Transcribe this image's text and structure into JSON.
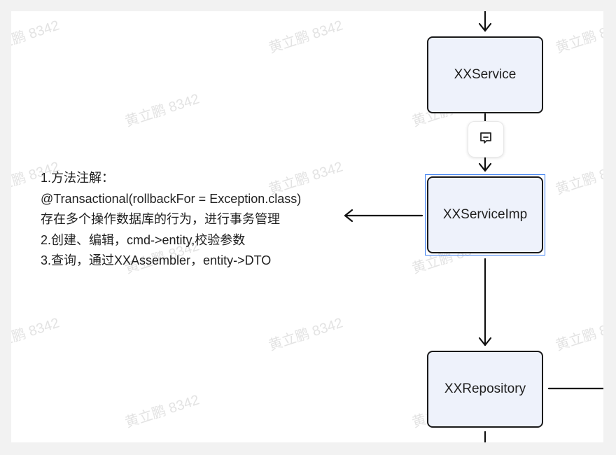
{
  "watermark_text": "黄立鹏 8342",
  "nodes": {
    "service": "XXService",
    "service_impl": "XXServiceImp",
    "repository": "XXRepository"
  },
  "note_lines": [
    "1.方法注解：",
    "@Transactional(rollbackFor = Exception.class)",
    "存在多个操作数据库的行为，进行事务管理",
    "2.创建、编辑，cmd->entity,校验参数",
    "3.查询，通过XXAssembler，entity->DTO"
  ],
  "icons": {
    "comment": "comment-icon"
  },
  "colors": {
    "node_fill": "#eef2fb",
    "node_border": "#1a1a1a",
    "selection": "#3d7ff0",
    "watermark": "#e3e3e3"
  }
}
